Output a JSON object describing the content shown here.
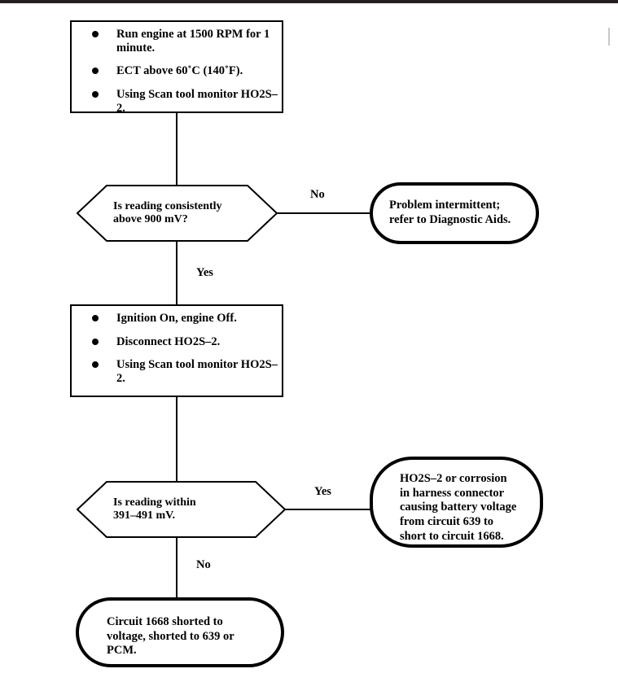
{
  "diagram": {
    "title": "HO2S-2 Diagnostic Flowchart",
    "accent_color": "#000000",
    "background_color": "#ffffff"
  },
  "nodes": {
    "process_1": {
      "type": "process",
      "steps": [
        "Run engine at 1500 RPM for\n1 minute.",
        "ECT above 60˚C (140˚F).",
        "Using Scan tool monitor\nHO2S–2."
      ]
    },
    "decision_1": {
      "type": "decision",
      "text": "Is reading consistently\nabove 900 mV?",
      "yes_label": "Yes",
      "no_label": "No"
    },
    "result_1": {
      "type": "terminator",
      "text": "Problem intermittent;\nrefer to Diagnostic Aids."
    },
    "process_2": {
      "type": "process",
      "steps": [
        "Ignition On, engine Off.",
        "Disconnect HO2S–2.",
        "Using Scan tool monitor\nHO2S–2."
      ]
    },
    "decision_2": {
      "type": "decision",
      "text": "Is reading within\n391–491 mV.",
      "yes_label": "Yes",
      "no_label": "No"
    },
    "result_2": {
      "type": "terminator",
      "text": "HO2S–2 or corrosion\nin harness connector\ncausing battery voltage\nfrom circuit 639 to\nshort to circuit 1668."
    },
    "result_3": {
      "type": "terminator",
      "text": "Circuit 1668 shorted to\nvoltage, shorted to 639 or\nPCM."
    }
  }
}
